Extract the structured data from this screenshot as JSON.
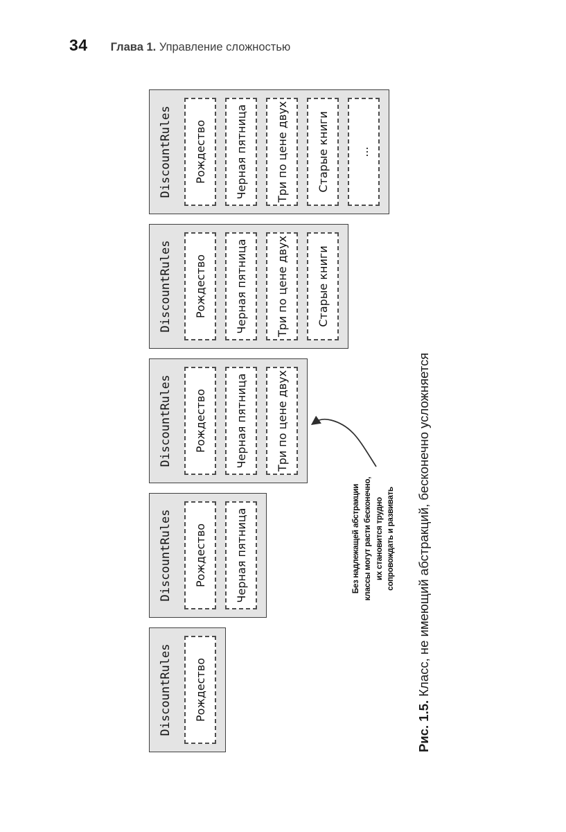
{
  "header": {
    "page_number": "34",
    "chapter_label": "Глава 1.",
    "chapter_title": "Управление сложностью"
  },
  "figure": {
    "classes": [
      {
        "title": "DiscountRules",
        "items": [
          "Рождество"
        ]
      },
      {
        "title": "DiscountRules",
        "items": [
          "Рождество",
          "Черная пятница"
        ]
      },
      {
        "title": "DiscountRules",
        "items": [
          "Рождество",
          "Черная пятница",
          "Три по цене двух"
        ]
      },
      {
        "title": "DiscountRules",
        "items": [
          "Рождество",
          "Черная пятница",
          "Три по цене двух",
          "Старые книги"
        ]
      },
      {
        "title": "DiscountRules",
        "items": [
          "Рождество",
          "Черная пятница",
          "Три по цене двух",
          "Старые книги",
          "..."
        ]
      }
    ],
    "annotation": {
      "lines": [
        "Без надлежащей абстракции",
        "классы могут расти бесконечно,",
        "их становится трудно",
        "сопровождать и развивать"
      ]
    },
    "caption": {
      "label": "Рис. 1.5.",
      "text": "Класс, не имеющий абстракций, бесконечно усложняется"
    },
    "rotation_deg": -90
  },
  "colors": {
    "class_box_fill": "#e4e4e4",
    "class_box_border": "#3f3f3f",
    "item_border": "#4d4d4d",
    "item_fill": "#ffffff",
    "text": "#1a1a1a",
    "arrow": "#2e2e2e"
  }
}
